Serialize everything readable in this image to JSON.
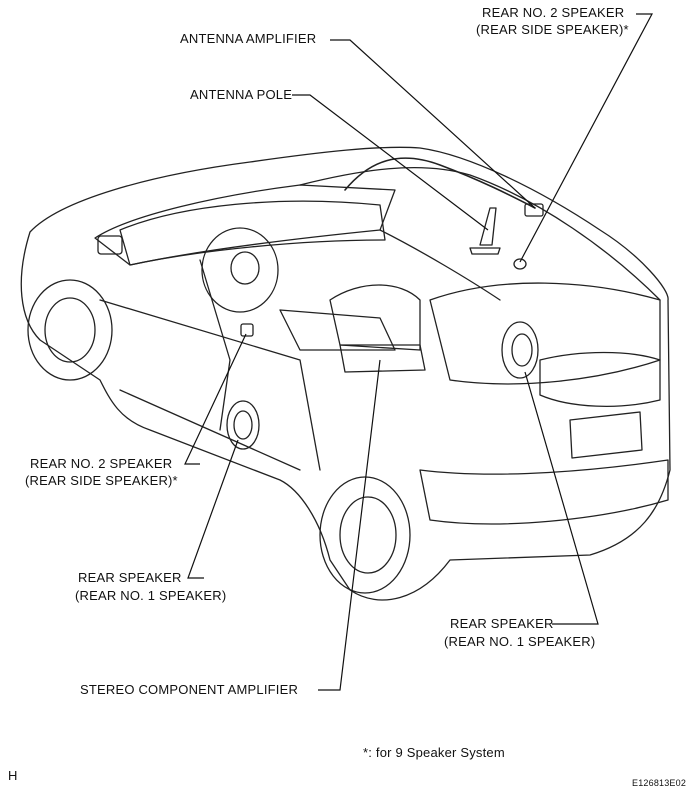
{
  "labels": {
    "antenna_amplifier": "ANTENNA AMPLIFIER",
    "antenna_pole": "ANTENNA POLE",
    "rear_no2_top_line1": "REAR NO. 2 SPEAKER",
    "rear_no2_top_line2": "(REAR SIDE SPEAKER)*",
    "rear_no2_left_line1": "REAR NO. 2 SPEAKER",
    "rear_no2_left_line2": "(REAR SIDE SPEAKER)*",
    "rear_speaker_left_line1": "REAR SPEAKER",
    "rear_speaker_left_line2": "(REAR NO. 1 SPEAKER)",
    "rear_speaker_right_line1": "REAR SPEAKER",
    "rear_speaker_right_line2": "(REAR NO. 1 SPEAKER)",
    "stereo_component_amplifier": "STEREO COMPONENT AMPLIFIER"
  },
  "footnote": "*: for 9 Speaker System",
  "corner_letter": "H",
  "figure_code": "E126813E02"
}
